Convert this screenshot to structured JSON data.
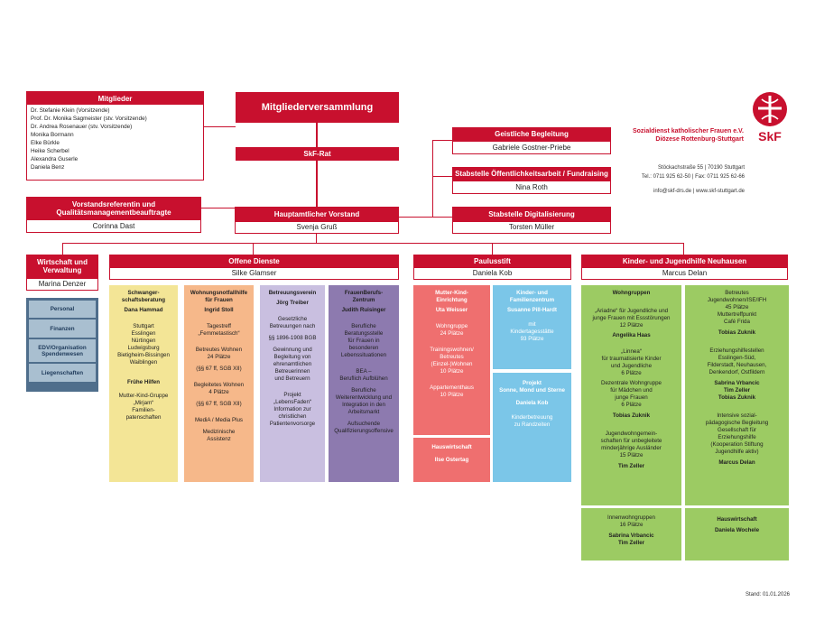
{
  "mitglieder": {
    "title": "Mitglieder",
    "members": [
      "Dr. Stefanie Klein (Vorsitzende)",
      "Prof. Dr. Monika Sagmeister (stv. Vorsitzende)",
      "Dr. Andrea Rosenauer (stv. Vorsitzende)",
      "Monika Bormann",
      "Elke Bürkle",
      "Heike Scherbel",
      "Alexandra Guserle",
      "Daniela Benz"
    ]
  },
  "mitgliederversammlung": "Mitgliederversammlung",
  "skf_rat": "SkF-Rat",
  "vorstandsreferentin": {
    "title": "Vorstandsreferentin und Qualitätsmanagementbeauftragte",
    "name": "Corinna Dast"
  },
  "vorstand": {
    "title": "Hauptamtlicher Vorstand",
    "name": "Svenja Gruß"
  },
  "geistliche": {
    "title": "Geistliche Begleitung",
    "name": "Gabriele Gostner-Priebe"
  },
  "oeffentlichkeit": {
    "title": "Stabstelle Öffentlichkeitsarbeit / Fundraising",
    "name": "Nina Roth"
  },
  "digital": {
    "title": "Stabstelle Digitalisierung",
    "name": "Torsten Müller"
  },
  "org": {
    "name_line1": "Sozialdienst katholischer Frauen e.V.",
    "name_line2": "Diözese Rottenburg-Stuttgart",
    "logo_text": "SkF",
    "address": "Stöckachstraße 55 | 70190 Stuttgart",
    "phone": "Tel.: 0711 925 62-50 | Fax: 0711 925 62-66",
    "web": "info@skf-drs.de | www.skf-stuttgart.de"
  },
  "wirtschaft": {
    "title": "Wirtschaft und Verwaltung",
    "name": "Marina Denzer",
    "items": [
      "Personal",
      "Finanzen",
      "EDV/Organisation Spendenwesen",
      "Liegenschaften"
    ]
  },
  "offene": {
    "title": "Offene Dienste",
    "name": "Silke Glamser"
  },
  "paulusstift": {
    "title": "Paulusstift",
    "name": "Daniela Kob"
  },
  "kinder": {
    "title": "Kinder- und Jugendhilfe Neuhausen",
    "name": "Marcus Delan"
  },
  "od_cols": [
    {
      "t1": "Schwanger-",
      "t2": "schaftsberatung",
      "lead": "Dana Hammad",
      "places": [
        "Stuttgart",
        "Esslingen",
        "Nürtingen",
        "Ludwigsburg",
        "Bietigheim-Bissingen",
        "Waiblingen"
      ],
      "t3": "Frühe Hilfen",
      "p3": [
        "Mutter-Kind-Gruppe",
        "„Mirjam“",
        "Familien-",
        "patenschaften"
      ]
    },
    {
      "t1": "Wohnungsnotfallhilfe",
      "t2": "für Frauen",
      "lead": "Ingrid Stoll",
      "a": [
        "Tagestreff",
        "„Femmetastisch“"
      ],
      "b": [
        "Betreutes Wohnen",
        "24 Plätze"
      ],
      "c": "(§§ 67 ff, SGB XII)",
      "d": [
        "Begleitetes Wohnen",
        "4 Plätze"
      ],
      "e": "(§§ 67 ff, SGB XII)",
      "f": "MediA / Media Plus",
      "g": [
        "Medizinische",
        "Assistenz"
      ]
    },
    {
      "t1": "Betreuungsverein",
      "lead": "Jörg Treiber",
      "a": [
        "Gesetzliche",
        "Betreuungen nach"
      ],
      "b": "§§ 1896-1908 BGB",
      "c": [
        "Gewinnung und",
        "Begleitung von",
        "ehrenamtlichen",
        "Betreuerinnen",
        "und Betreuern"
      ],
      "d": [
        "Projekt",
        "„LebensFaden“",
        "Information zur",
        "christlichen",
        "Patientenvorsorge"
      ]
    },
    {
      "t1": "FrauenBerufs-",
      "t2": "Zentrum",
      "lead": "Judith Ruisinger",
      "a": [
        "Berufliche",
        "Beratungsstelle",
        "für Frauen in",
        "besonderen",
        "Lebenssituationen"
      ],
      "b": [
        "BEA –",
        "Beruflich Aufblühen"
      ],
      "c": [
        "Berufliche",
        "Weiterentwicklung und",
        "Integration in den",
        "Arbeitsmarkt"
      ],
      "d": [
        "Aufsuchende",
        "Qualifizierungsoffensive"
      ]
    }
  ],
  "ps_left": {
    "t1": "Mutter-Kind-",
    "t2": "Einrichtung",
    "lead": "Uta Weisser",
    "a": [
      "Wohngruppe",
      "24 Plätze"
    ],
    "b": [
      "Trainingswohnen/",
      "Betreutes",
      "(Einzel-)Wohnen",
      "10 Plätze"
    ],
    "c": [
      "Appartementhaus",
      "10 Plätze"
    ],
    "hw": "Hauswirtschaft",
    "hw_lead": "Ilse Ostertag"
  },
  "ps_right": {
    "t1": "Kinder- und",
    "t2": "Familienzentrum",
    "lead": "Susanne Pill-Hardt",
    "a": [
      "mit",
      "Kindertagesstätte",
      "93 Plätze"
    ],
    "p1": "Projekt",
    "p2": "Sonne, Mond und Sterne",
    "p_lead": "Daniela Kob",
    "b": [
      "Kinderbetreuung",
      "zu Randzeiten"
    ]
  },
  "kj_left": {
    "t": "Wohngruppen",
    "a": [
      "„Ariadne“ für Jugendliche und",
      "junge Frauen mit Essstörungen",
      "12 Plätze"
    ],
    "a_lead": "Angelika Haas",
    "b": [
      "„Linnea“",
      "für traumatisierte Kinder",
      "und Jugendliche",
      "6 Plätze"
    ],
    "c": [
      "Dezentrale Wohngruppe",
      "für Mädchen und",
      "junge Frauen",
      "6 Plätze"
    ],
    "c_lead": "Tobias Zuknik",
    "d": [
      "Jugendwohngemein-",
      "schaften für unbegleitete",
      "minderjährige Ausländer",
      "15 Plätze"
    ],
    "d_lead": "Tim Zeller",
    "e": [
      "Innenwohngruppen",
      "16 Plätze"
    ],
    "e_lead1": "Sabrina Vrbancic",
    "e_lead2": "Tim Zeller"
  },
  "kj_right": {
    "a": [
      "Betreutes",
      "Jugendwohnen/ISE/IFH",
      "45 Plätze",
      "Muttertreffpunkt",
      "Café Frida"
    ],
    "a_lead": "Tobias Zuknik",
    "b": [
      "Erziehungshilfestellen",
      "Esslingen-Süd,",
      "Filderstadt, Neuhausen,",
      "Denkendorf, Ostfildern"
    ],
    "b_l1": "Sabrina Vrbancic",
    "b_l2": "Tim Zeller",
    "b_l3": "Tobias Zuknik",
    "c": [
      "Intensive sozial-",
      "pädagogische Begleitung",
      "Gesellschaft für",
      "Erziehungshilfe",
      "(Kooperation Stiftung",
      "Jugendhilfe aktiv)"
    ],
    "c_lead": "Marcus Delan",
    "hw": "Hauswirtschaft",
    "hw_lead": "Daniela Wochele"
  },
  "stand": "Stand: 01.01.2026",
  "colors": {
    "red": "#c8102e",
    "yellow": "#f3e596",
    "orange": "#f6b88a",
    "lavender": "#c9bfe0",
    "purple": "#8d7aaf",
    "salmon": "#ef6f6f",
    "sky": "#7bc6e8",
    "green": "#9ccb63"
  }
}
